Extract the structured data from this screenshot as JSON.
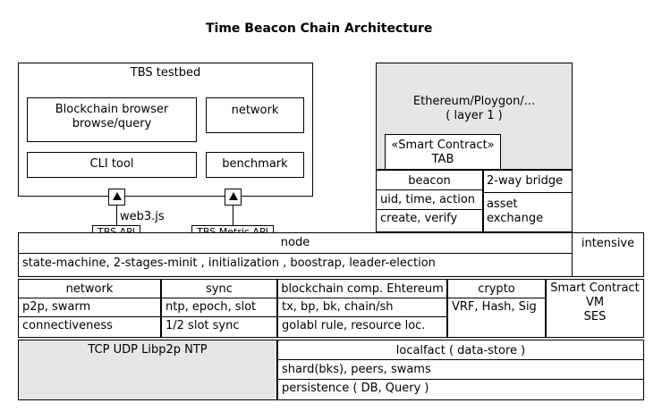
{
  "title": "Time Beacon Chain Architecture",
  "testbed": {
    "label": "TBS testbed",
    "browser": [
      "Blockchain browser",
      "browse/query"
    ],
    "network": "network",
    "cli": "CLI tool",
    "benchmark": "benchmark",
    "web3": "web3.js",
    "api": "TBS API",
    "metric_api": "TBS Metric API"
  },
  "ethereum": {
    "label": "Ethereum/Ploygon/...",
    "sublabel": "( layer 1 )",
    "contract": "«Smart Contract»",
    "contract_name": "TAB",
    "beacon": "beacon",
    "beacon_row1": "uid, time, action",
    "beacon_row2": "create, verify",
    "bridge": "2-way bridge",
    "bridge_detail": [
      "asset",
      "exchange"
    ]
  },
  "node": {
    "label": "node",
    "detail": "state-machine, 2-stages-minit , initialization , boostrap, leader-election",
    "intensive": "intensive"
  },
  "modules": {
    "network": {
      "title": "network",
      "r1": "p2p, swarm",
      "r2": "connectiveness"
    },
    "sync": {
      "title": "sync",
      "r1": "ntp, epoch, slot",
      "r2": "1/2 slot sync"
    },
    "blockchain": {
      "title": "blockchain comp. Ehtereum",
      "r1": "tx, bp, bk, chain/sh",
      "r2": "golabl rule, resource loc."
    },
    "crypto": {
      "title": "crypto",
      "r1": "VRF, Hash, Sig"
    },
    "smart": [
      "Smart Contract",
      "VM",
      "SES"
    ]
  },
  "bottom": {
    "transport": "TCP UDP Libp2p NTP",
    "localfact": "localfact ( data-store )",
    "shard": "shard(bks), peers, swams",
    "persistence": "persistence ( DB, Query )"
  }
}
